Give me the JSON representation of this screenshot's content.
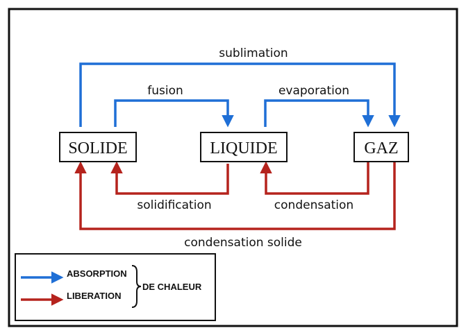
{
  "colors": {
    "absorption": "#1f6fd6",
    "liberation": "#b5231d",
    "frame": "#111111"
  },
  "states": {
    "solide": "SOLIDE",
    "liquide": "LIQUIDE",
    "gaz": "GAZ"
  },
  "transitions": {
    "sublimation": "sublimation",
    "fusion": "fusion",
    "evaporation": "evaporation",
    "solidification": "solidification",
    "condensation": "condensation",
    "condensation_solide": "condensation solide"
  },
  "legend": {
    "absorption": "ABSORPTION",
    "liberation": "LIBERATION",
    "heat": "DE CHALEUR"
  }
}
